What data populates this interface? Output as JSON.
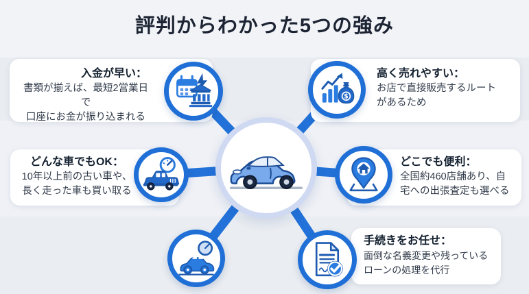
{
  "title": "評判からわかった5つの強み",
  "colors": {
    "accent": "#1f6fd6",
    "icon_blue": "#2b7ce0",
    "icon_dark": "#1d5bb0",
    "hub_ring": "#cfdaf2",
    "background": "#edf0f5",
    "card": "#ffffff",
    "title_text": "#1d2433",
    "heading_text": "#13202f",
    "body_text": "#323c4b"
  },
  "center": {
    "icon": "blue-car-illustration"
  },
  "nodes": [
    {
      "id": "fast-payment",
      "icon": "calendar-bank-lightning-icon",
      "heading": "入金が早い：",
      "lines": [
        "書類が揃えば、最短2営業日で",
        "口座にお金が振り込まれる"
      ]
    },
    {
      "id": "sell-high",
      "icon": "growth-chart-moneybag-icon",
      "heading": "高く売れやすい：",
      "lines": [
        "お店で直接販売するルート",
        "があるため"
      ]
    },
    {
      "id": "any-car-ok",
      "icon": "vintage-car-speedometer-icon",
      "heading": "どんな車でもOK：",
      "lines": [
        "10年以上前の古い車や、",
        "長く走った車も買い取る"
      ]
    },
    {
      "id": "convenient-anywhere",
      "icon": "house-map-pin-icon",
      "heading": "どこでも便利：",
      "lines": [
        "全国約460店舗あり、自",
        "宅への出張査定も選べる"
      ]
    },
    {
      "id": "car-inspection",
      "icon": "car-gauge-icon"
    },
    {
      "id": "paperwork-handled",
      "icon": "document-check-icon",
      "heading": "手続きをお任せ：",
      "lines": [
        "面倒な名義変更や残っている",
        "ローンの処理を代行"
      ]
    }
  ]
}
